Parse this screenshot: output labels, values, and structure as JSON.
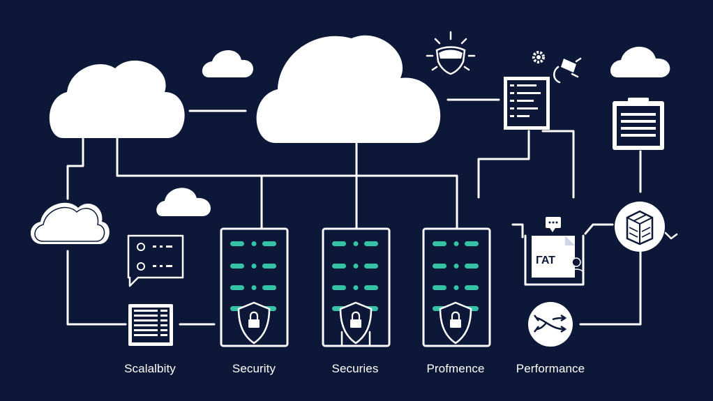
{
  "labels": {
    "scalability": "Scalalbity",
    "security": "Security",
    "securies": "Securies",
    "profmence": "Profmence",
    "performance": "Performance"
  },
  "icon_text": {
    "document_box": "ΓΑΤ"
  },
  "colors": {
    "background": "#0d1838",
    "accent": "#34c3a6",
    "line": "#ffffff"
  },
  "icons": [
    "cloud-icon",
    "server-rack-icon",
    "shield-lock-icon",
    "chat-panel-icon",
    "list-panel-icon",
    "document-icon",
    "gear-icon",
    "sun-shield-icon",
    "clipboard-icon",
    "package-icon",
    "shuffle-icon",
    "monitor-document-icon"
  ]
}
